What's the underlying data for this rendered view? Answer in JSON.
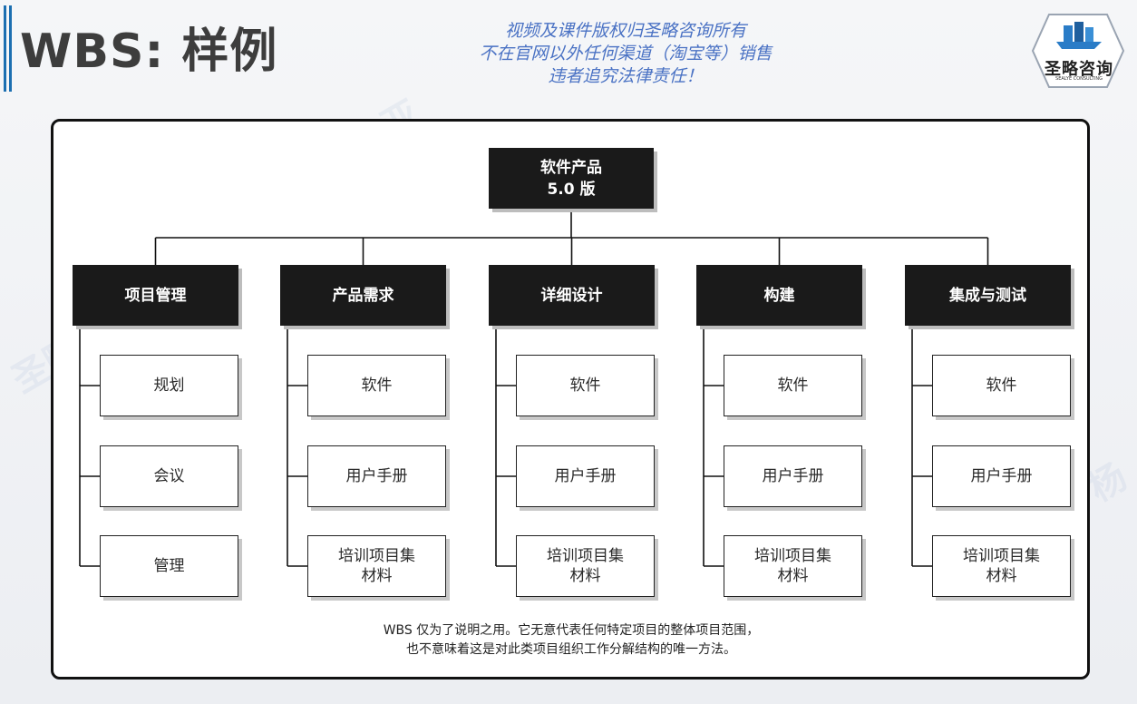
{
  "slide": {
    "title": "WBS: 样例",
    "notice": [
      "视频及课件版权归圣略咨询所有",
      "不在官网以外任何渠道（淘宝等）销售",
      "违者追究法律责任！"
    ],
    "logo_text": "圣略咨询",
    "logo_sub": "SEALYE CONSULTING"
  },
  "wbs": {
    "root": "软件产品\n5.0 版",
    "branches": [
      {
        "label": "项目管理",
        "children": [
          "规划",
          "会议",
          "管理"
        ]
      },
      {
        "label": "产品需求",
        "children": [
          "软件",
          "用户手册",
          "培训项目集\n材料"
        ]
      },
      {
        "label": "详细设计",
        "children": [
          "软件",
          "用户手册",
          "培训项目集\n材料"
        ]
      },
      {
        "label": "构建",
        "children": [
          "软件",
          "用户手册",
          "培训项目集\n材料"
        ]
      },
      {
        "label": "集成与测试",
        "children": [
          "软件",
          "用户手册",
          "培训项目集\n材料"
        ]
      }
    ]
  },
  "footnote": [
    "WBS 仅为了说明之用。它无意代表任何特定项目的整体项目范围，",
    "也不意味着这是对此类项目组织工作分解结构的唯一方法。"
  ],
  "colors": {
    "accent": "#1c6fb1",
    "notice": "#4a72c4",
    "node_dark": "#1a1a1a"
  }
}
